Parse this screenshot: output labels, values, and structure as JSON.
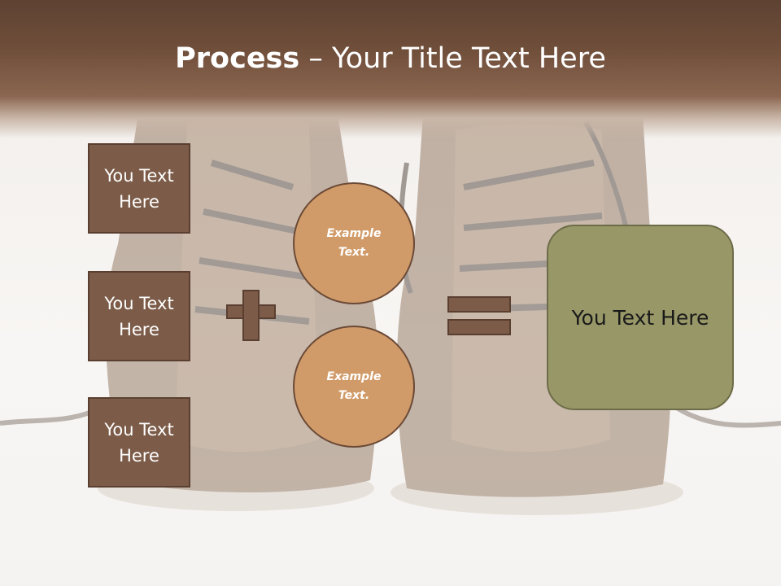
{
  "slide": {
    "title_bold": "Process",
    "title_rest": " – Your Title Text Here"
  },
  "inputs": [
    {
      "label": "You Text Here"
    },
    {
      "label": "You Text Here"
    },
    {
      "label": "You Text Here"
    }
  ],
  "examples": [
    {
      "label": "Example Text."
    },
    {
      "label": "Example Text."
    }
  ],
  "result": {
    "label": "You Text Here"
  },
  "colors": {
    "header_brown": "#6f4e3a",
    "box_brown": "#7c5c49",
    "circle_orange": "#d19b69",
    "result_olive": "#989768"
  }
}
